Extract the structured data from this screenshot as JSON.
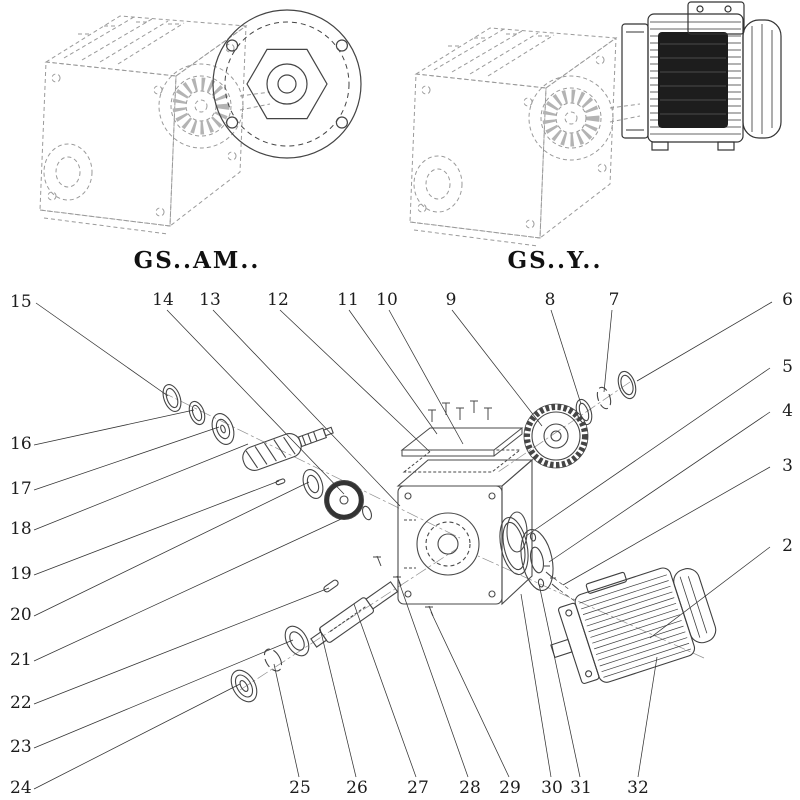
{
  "titles": {
    "left": "GS..AM..",
    "right": "GS..Y.."
  },
  "callouts": {
    "n2": "2",
    "n3": "3",
    "n4": "4",
    "n5": "5",
    "n6": "6",
    "n7": "7",
    "n8": "8",
    "n9": "9",
    "n10": "10",
    "n11": "11",
    "n12": "12",
    "n13": "13",
    "n14": "14",
    "n15": "15",
    "n16": "16",
    "n17": "17",
    "n18": "18",
    "n19": "19",
    "n20": "20",
    "n21": "21",
    "n22": "22",
    "n23": "23",
    "n24": "24",
    "n25": "25",
    "n26": "26",
    "n27": "27",
    "n28": "28",
    "n29": "29",
    "n30": "30",
    "n31": "31",
    "n32": "32"
  }
}
